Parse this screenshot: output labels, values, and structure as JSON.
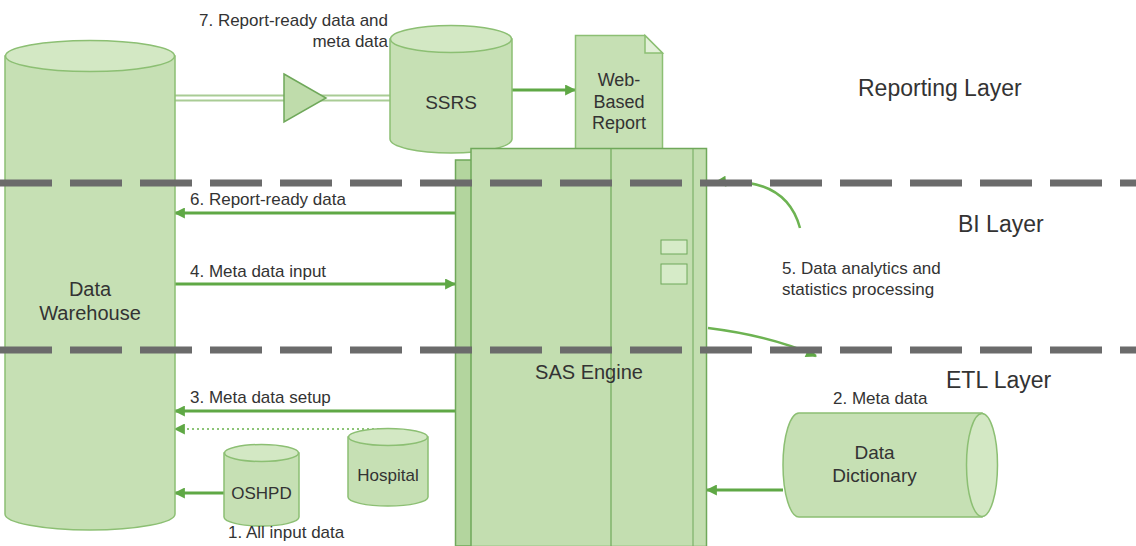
{
  "diagram": {
    "nodes": [
      {
        "text": [
          "Data Warehouse"
        ]
      },
      {
        "text": [
          "SSRS"
        ]
      },
      {
        "text": [
          "Web-Based Report"
        ]
      },
      {
        "text": [
          "SAS Engine"
        ]
      },
      {
        "text": [
          "OSHPD"
        ]
      },
      {
        "text": [
          "Hospital"
        ]
      },
      {
        "text": [
          "Data Dictionary"
        ]
      }
    ],
    "edges": [
      {
        "from": 0,
        "to": 1,
        "arrow": "to",
        "label": "7. Report-ready data and meta data"
      },
      {
        "from": 1,
        "to": 2,
        "arrow": "to"
      },
      {
        "from": 3,
        "to": 0,
        "arrow": "to",
        "label": "6. Report-ready data"
      },
      {
        "from": 0,
        "to": 3,
        "arrow": "to",
        "label": "4. Meta data input"
      },
      {
        "from": 3,
        "to": 0,
        "arrow": "to",
        "label": "3. Meta data setup"
      },
      {
        "from": 5,
        "to": 0,
        "arrow": "to"
      },
      {
        "from": 4,
        "to": 0,
        "arrow": "to"
      },
      {
        "from": 6,
        "to": 3,
        "arrow": "to"
      }
    ],
    "labels": [
      "1. All input data",
      "2. Meta data",
      "5. Data analytics and statistics processing",
      "Reporting Layer",
      "BI Layer",
      "ETL Layer"
    ]
  }
}
